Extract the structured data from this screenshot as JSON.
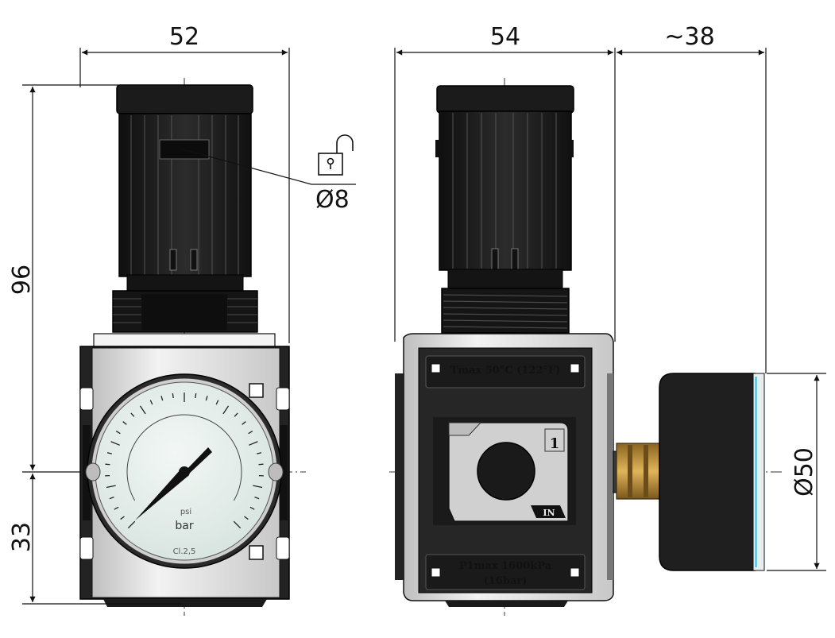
{
  "dimensions": {
    "front_width": "52",
    "side_width": "54",
    "gauge_depth": "~38",
    "upper_height": "96",
    "lower_height": "33",
    "gauge_diameter": "Ø50",
    "lock_diameter": "Ø8"
  },
  "gauge_face": {
    "unit_small": "psi",
    "unit": "bar",
    "class": "Cl.2,5"
  },
  "side_labels": {
    "temperature": "Tmax 50°C (122°F)",
    "pressure_line1": "P1max 1600kPa",
    "pressure_line2": "(16bar)",
    "port_number": "1",
    "port_in": "IN"
  },
  "colors": {
    "knob": "#1e1e1e",
    "body_light": "#e3e3e3",
    "body_frame": "#2a2a2a",
    "gauge_glass": "#e4eeea",
    "gauge_rim": "#6ec8e0",
    "brass": "#b78a3a"
  },
  "icons": [
    "padlock-open-icon"
  ]
}
